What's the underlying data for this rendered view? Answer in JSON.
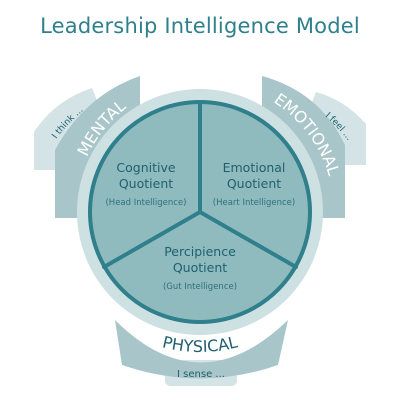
{
  "title": "Leadership Intelligence Model",
  "colors": {
    "title": "#2f7f8c",
    "outer_band": "#a8c6c9",
    "outer_tab": "#d0e0e2",
    "ring": "#cde0e2",
    "circle": "#8fbbbe",
    "border": "#2f7f8c",
    "text_dark": "#1f6070",
    "text_light": "#ffffff"
  },
  "bands": {
    "mental": {
      "label": "MENTAL",
      "tab": "I think ..."
    },
    "emotional": {
      "label": "EMOTIONAL",
      "tab": "I feel ..."
    },
    "physical": {
      "label": "PHYSICAL",
      "tab": "I sense ..."
    }
  },
  "sectors": {
    "cognitive": {
      "title_1": "Cognitive",
      "title_2": "Quotient",
      "subtitle": "(Head Intelligence)"
    },
    "emotional": {
      "title_1": "Emotional",
      "title_2": "Quotient",
      "subtitle": "(Heart Intelligence)"
    },
    "percipience": {
      "title_1": "Percipience",
      "title_2": "Quotient",
      "subtitle": "(Gut Intelligence)"
    }
  }
}
